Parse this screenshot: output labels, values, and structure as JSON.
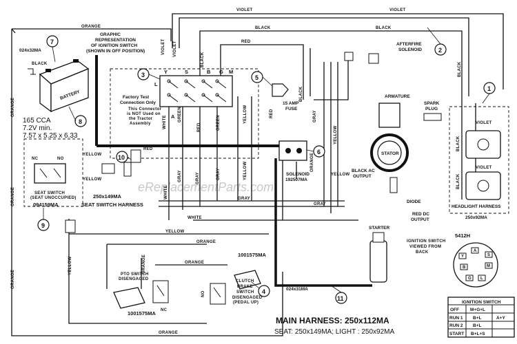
{
  "watermark": "eReplacementParts.com",
  "wire_colors": {
    "orange": "ORANGE",
    "violet": "VIOLET",
    "black": "BLACK",
    "red": "RED",
    "white": "WHITE",
    "gray": "GRAY",
    "yellow": "YELLOW",
    "green": "GREEN"
  },
  "callouts": [
    "1",
    "2",
    "3",
    "4",
    "5",
    "6",
    "7",
    "8",
    "9",
    "10",
    "11"
  ],
  "battery": {
    "part": "024x32MA",
    "label": "BATTERY",
    "spec1": "165 CCA",
    "spec2": "7.2V min.",
    "spec3": "7.57 x 5.25 x 6.33"
  },
  "ignition_graphic": {
    "line1": "GRAPHIC",
    "line2": "REPRESENTATION",
    "line3": "OF IGNITION SWITCH",
    "line4": "(SHOWN IN OFF POSITION)",
    "terminals": [
      "Y",
      "S",
      "B",
      "G",
      "M"
    ],
    "lower_terminals": [
      "L",
      "A"
    ]
  },
  "factory_test": {
    "line1": "Factory Test",
    "line2": "Connection Only",
    "note1": "This Connector",
    "note2": "is NOT Used on",
    "note3": "the Tractor",
    "note4": "Assembly"
  },
  "fuse": {
    "line1": "15 AMP",
    "line2": "FUSE"
  },
  "afterfire": {
    "line1": "AFTERFIRE",
    "line2": "SOLENOID"
  },
  "engine": {
    "armature": "ARMATURE",
    "spark1": "SPARK",
    "spark2": "PLUG",
    "stator": "STATOR",
    "black_ac1": "BLACK AC",
    "black_ac2": "OUTPUT",
    "diode": "DIODE",
    "red_dc1": "RED DC",
    "red_dc2": "OUTPUT"
  },
  "solenoid": {
    "label": "SOLENOID",
    "part": "192507MA"
  },
  "headlight": {
    "line1": "HEADLIGHT HARNESS",
    "line2": "250x92MA"
  },
  "seat": {
    "nc": "NC",
    "no": "NO",
    "line1": "SEAT SWITCH",
    "line2": "(SEAT UNOCCUPIED)",
    "part": "094159MA",
    "harness_part": "250x149MA",
    "harness": "SEAT SWITCH HARNESS"
  },
  "pto": {
    "line1": "PTO SWITCH",
    "line2": "DISENGAGED",
    "part": "1001575MA",
    "nc": "NC"
  },
  "clutch": {
    "part": "1001575MA",
    "line1": "CLUTCH",
    "line2": "BRAKE",
    "line3": "SWITCH",
    "line4": "DISENGAGED",
    "line5": "(PEDAL UP)",
    "no": "NO"
  },
  "starter": {
    "label": "STARTER",
    "cable": "024x31MA"
  },
  "key_view": {
    "part": "5412H",
    "line1": "IGNITION SWITCH",
    "line2": "VIEWED FROM",
    "line3": "BACK"
  },
  "key_pins": [
    "Y",
    "A",
    "S",
    "B",
    "M",
    "G",
    "L"
  ],
  "ign_table": {
    "title": "IGNITION SWITCH",
    "rows": [
      [
        "OFF",
        "M+G+L",
        ""
      ],
      [
        "RUN 1",
        "B+L",
        "A+Y"
      ],
      [
        "RUN 2",
        "B+L",
        ""
      ],
      [
        "START",
        "B+L+S",
        ""
      ]
    ]
  },
  "footer": {
    "main": "MAIN HARNESS: 250x112MA",
    "sub": "SEAT: 250x149MA;    LIGHT : 250x92MA"
  }
}
